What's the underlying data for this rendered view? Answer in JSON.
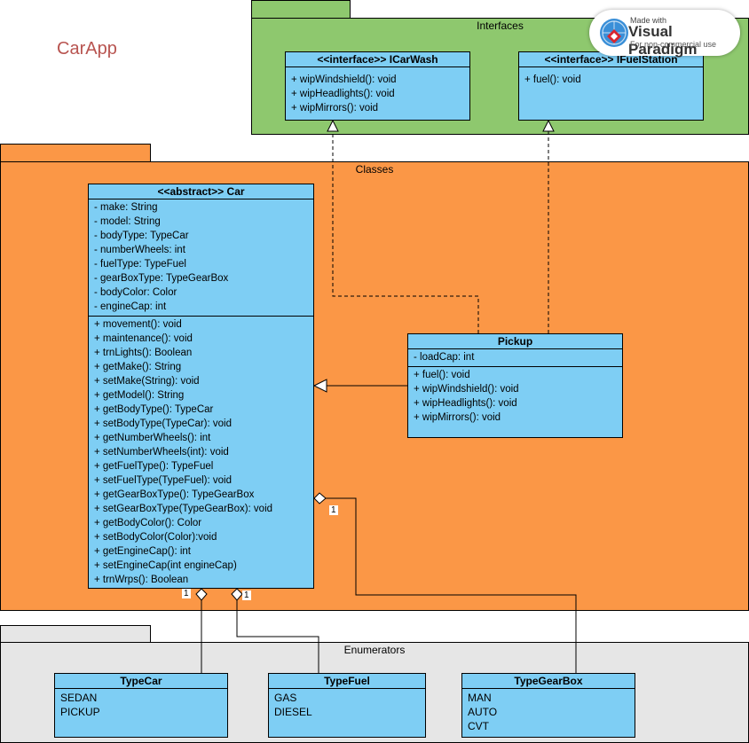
{
  "title": "CarApp",
  "watermark": {
    "small": "Made with",
    "big": "Visual Paradigm",
    "note": "For non-commercial use"
  },
  "colors": {
    "interfaces_pkg": "#8ec86e",
    "classes_pkg": "#fb9746",
    "enums_pkg": "#e6e6e6",
    "class_fill": "#7ecef4",
    "title": "#b85450"
  },
  "packages": {
    "interfaces": {
      "label": "Interfaces"
    },
    "classes": {
      "label": "Classes"
    },
    "enumerators": {
      "label": "Enumerators"
    }
  },
  "interfaces": {
    "icarwash": {
      "title": "<<interface>> ICarWash",
      "methods": [
        "+ wipWindshield(): void",
        "+ wipHeadlights(): void",
        "+ wipMirrors(): void"
      ]
    },
    "ifuelstation": {
      "title": "<<interface>> IFuelStation",
      "methods": [
        "+ fuel(): void"
      ]
    }
  },
  "car": {
    "title": "<<abstract>> Car",
    "attributes": [
      "- make: String",
      "- model: String",
      "- bodyType: TypeCar",
      "- numberWheels: int",
      "- fuelType: TypeFuel",
      "- gearBoxType: TypeGearBox",
      "- bodyColor: Color",
      "- engineCap: int"
    ],
    "methods": [
      "+ movement(): void",
      "+ maintenance(): void",
      "+ trnLights(): Boolean",
      "+ getMake(): String",
      "+ setMake(String): void",
      "+ getModel(): String",
      "+ getBodyType(): TypeCar",
      "+ setBodyType(TypeCar): void",
      "+ getNumberWheels(): int",
      "+ setNumberWheels(int): void",
      "+ getFuelType(): TypeFuel",
      "+ setFuelType(TypeFuel): void",
      "+ getGearBoxType(): TypeGearBox",
      "+ setGearBoxType(TypeGearBox): void",
      "+ getBodyColor(): Color",
      "+ setBodyColor(Color):void",
      "+ getEngineCap(): int",
      "+ setEngineCap(int engineCap)",
      "+ trnWrps(): Boolean"
    ]
  },
  "pickup": {
    "title": "Pickup",
    "attributes": [
      "- loadCap: int"
    ],
    "methods": [
      "+ fuel(): void",
      "+ wipWindshield(): void",
      "+ wipHeadlights(): void",
      "+ wipMirrors(): void"
    ]
  },
  "enums": {
    "typecar": {
      "title": "TypeCar",
      "values": [
        "SEDAN",
        "PICKUP"
      ]
    },
    "typefuel": {
      "title": "TypeFuel",
      "values": [
        "GAS",
        "DIESEL"
      ]
    },
    "typegearbox": {
      "title": "TypeGearBox",
      "values": [
        "MAN",
        "AUTO",
        "CVT"
      ]
    }
  },
  "multiplicities": {
    "gearbox": "1",
    "typecar": "1",
    "typefuel": "1"
  }
}
